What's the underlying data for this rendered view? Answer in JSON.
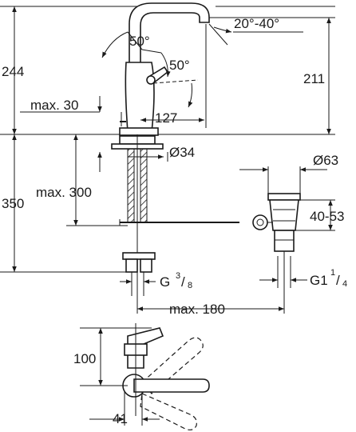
{
  "drawing": {
    "labels": {
      "spout_angle": "20°-40°",
      "height_total": "244",
      "height_to_deck": "211",
      "lever_angle_top": "50°",
      "lever_angle_side": "50°",
      "deck_max": "max. 30",
      "spout_reach": "127",
      "hole_diameter": "Ø34",
      "waste_diameter": "Ø63",
      "hose_length": "max. 300",
      "below_deck": "350",
      "waste_range": "40-53",
      "connection_thread_prefix": "G",
      "connection_thread_num": "3",
      "connection_thread_den": "8",
      "waste_thread_prefix": "G1",
      "waste_thread_num": "1",
      "waste_thread_den": "4",
      "waste_distance": "max. 180",
      "plan_depth": "100",
      "plan_offset": "41"
    }
  }
}
